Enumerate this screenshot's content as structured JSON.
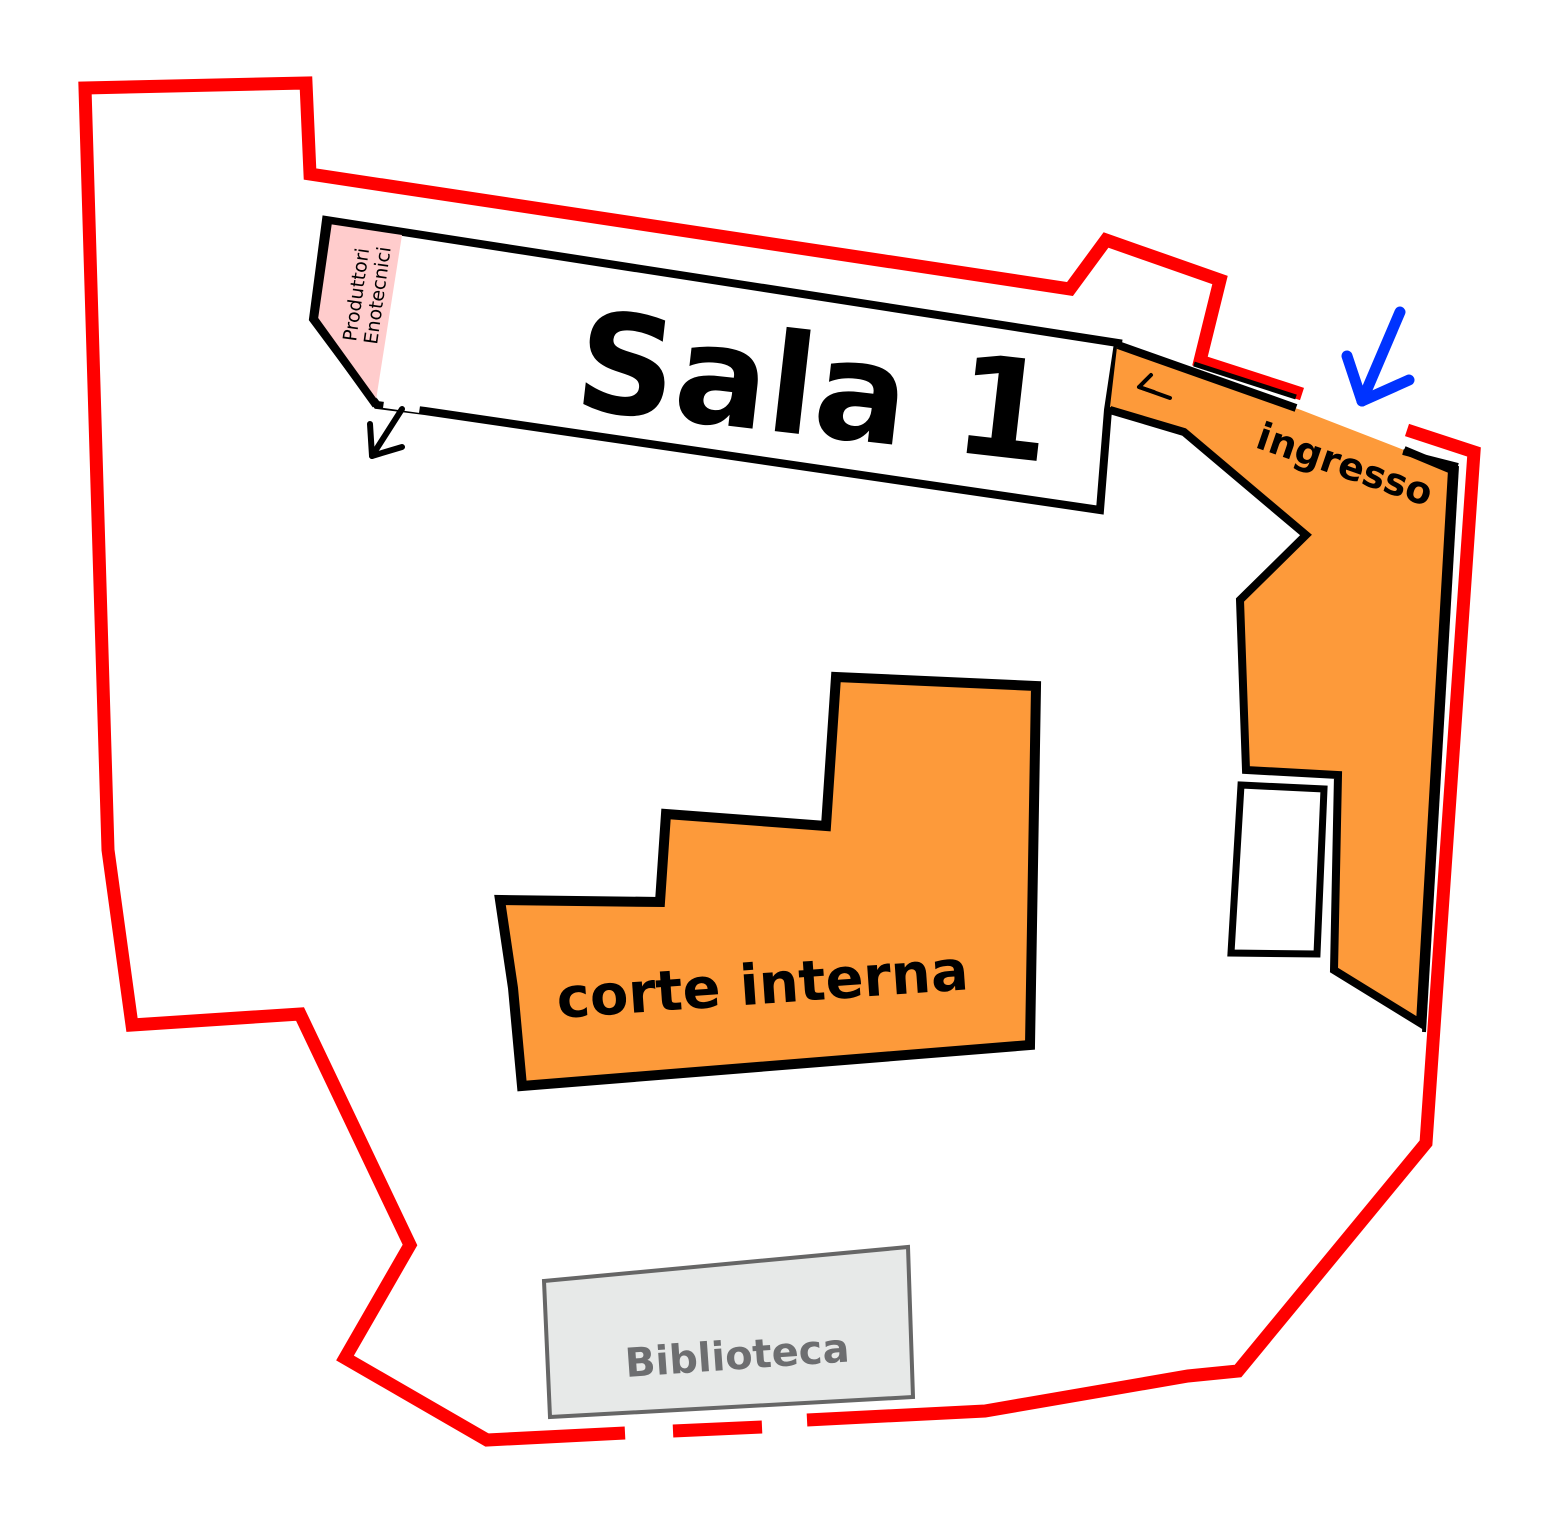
{
  "map": {
    "rooms": {
      "sala1": {
        "label": "Sala 1"
      },
      "produttori": {
        "line1": "Produttori",
        "line2": "Enotecnici"
      },
      "ingresso": {
        "label": "ingresso"
      },
      "corte": {
        "label": "corte interna"
      },
      "biblioteca": {
        "label": "Biblioteca"
      }
    },
    "colors": {
      "perimeter": "#ff0000",
      "orange": "#fd9a3a",
      "pink": "#ffcccc",
      "biblioteca_fill": "#e7e9e8",
      "biblioteca_stroke": "#666666",
      "entrance_arrow": "#0033ff",
      "outline": "#000000"
    }
  }
}
